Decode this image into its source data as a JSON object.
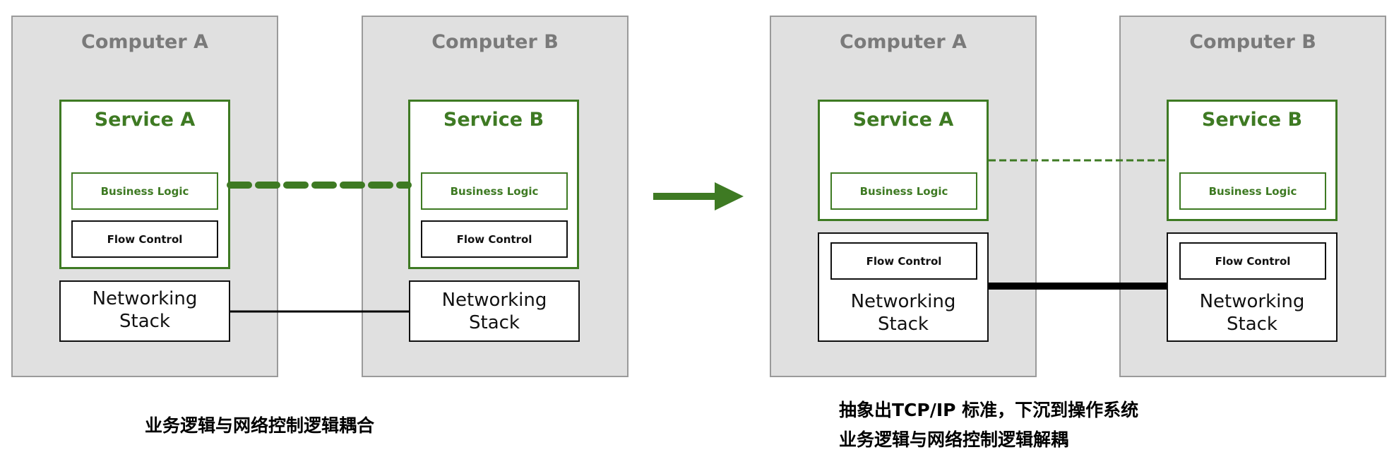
{
  "left": {
    "computer_a": {
      "title": "Computer A",
      "service": {
        "title": "Service A",
        "business_logic": "Business Logic",
        "flow_control": "Flow Control"
      },
      "networking": {
        "line1": "Networking",
        "line2": "Stack"
      }
    },
    "computer_b": {
      "title": "Computer B",
      "service": {
        "title": "Service B",
        "business_logic": "Business Logic",
        "flow_control": "Flow Control"
      },
      "networking": {
        "line1": "Networking",
        "line2": "Stack"
      }
    },
    "caption": "业务逻辑与网络控制逻辑耦合"
  },
  "right": {
    "computer_a": {
      "title": "Computer A",
      "service": {
        "title": "Service A",
        "business_logic": "Business Logic"
      },
      "networking": {
        "flow_control": "Flow Control",
        "line1": "Networking",
        "line2": "Stack"
      }
    },
    "computer_b": {
      "title": "Computer B",
      "service": {
        "title": "Service B",
        "business_logic": "Business Logic"
      },
      "networking": {
        "flow_control": "Flow Control",
        "line1": "Networking",
        "line2": "Stack"
      }
    },
    "caption_line1": "抽象出TCP/IP 标准，下沉到操作系统",
    "caption_line2": "业务逻辑与网络控制逻辑解耦"
  },
  "colors": {
    "accent_green": "#3e7a23",
    "box_gray": "#e0e0e0",
    "title_gray": "#7a7a7a"
  },
  "icons": {
    "transition": "right-arrow-icon"
  }
}
